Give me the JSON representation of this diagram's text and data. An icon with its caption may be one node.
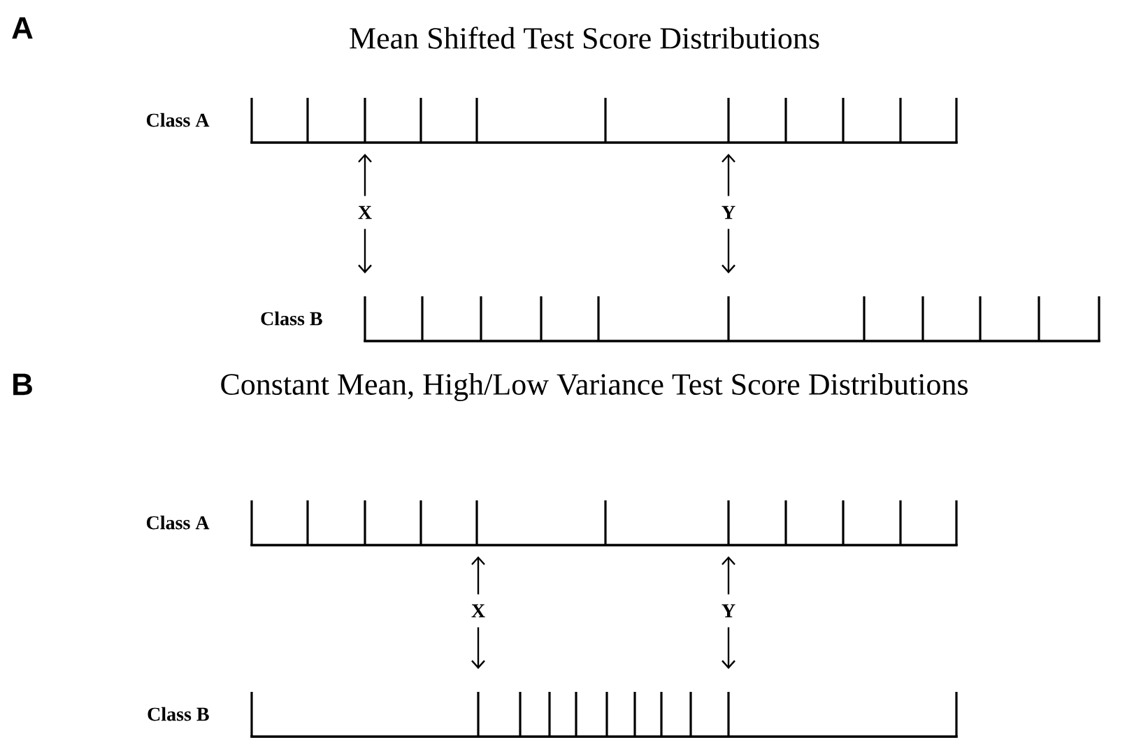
{
  "diagram": {
    "nodes": [
      {
        "text": [
          "Class A"
        ]
      },
      {
        "text": [
          "X"
        ]
      },
      {
        "text": [
          "Y"
        ]
      },
      {
        "text": [
          "Class B"
        ]
      },
      {
        "text": [
          "Class A"
        ]
      },
      {
        "text": [
          "X"
        ]
      },
      {
        "text": [
          "Y"
        ]
      },
      {
        "text": [
          "Class B"
        ]
      }
    ],
    "edges": [
      {
        "from": 1,
        "to": 0,
        "arrow": "to"
      },
      {
        "from": 1,
        "to": 3,
        "arrow": "to"
      },
      {
        "from": 2,
        "to": 0,
        "arrow": "to"
      },
      {
        "from": 2,
        "to": 3,
        "arrow": "to"
      },
      {
        "from": 5,
        "to": 4,
        "arrow": "to"
      },
      {
        "from": 5,
        "to": 7,
        "arrow": "to"
      },
      {
        "from": 6,
        "to": 4,
        "arrow": "to"
      },
      {
        "from": 6,
        "to": 7,
        "arrow": "to"
      }
    ],
    "labels": [
      "A",
      "Mean Shifted Test Score Distributions",
      "B",
      "Constant Mean, High/Low Variance Test Score Distributions"
    ]
  }
}
